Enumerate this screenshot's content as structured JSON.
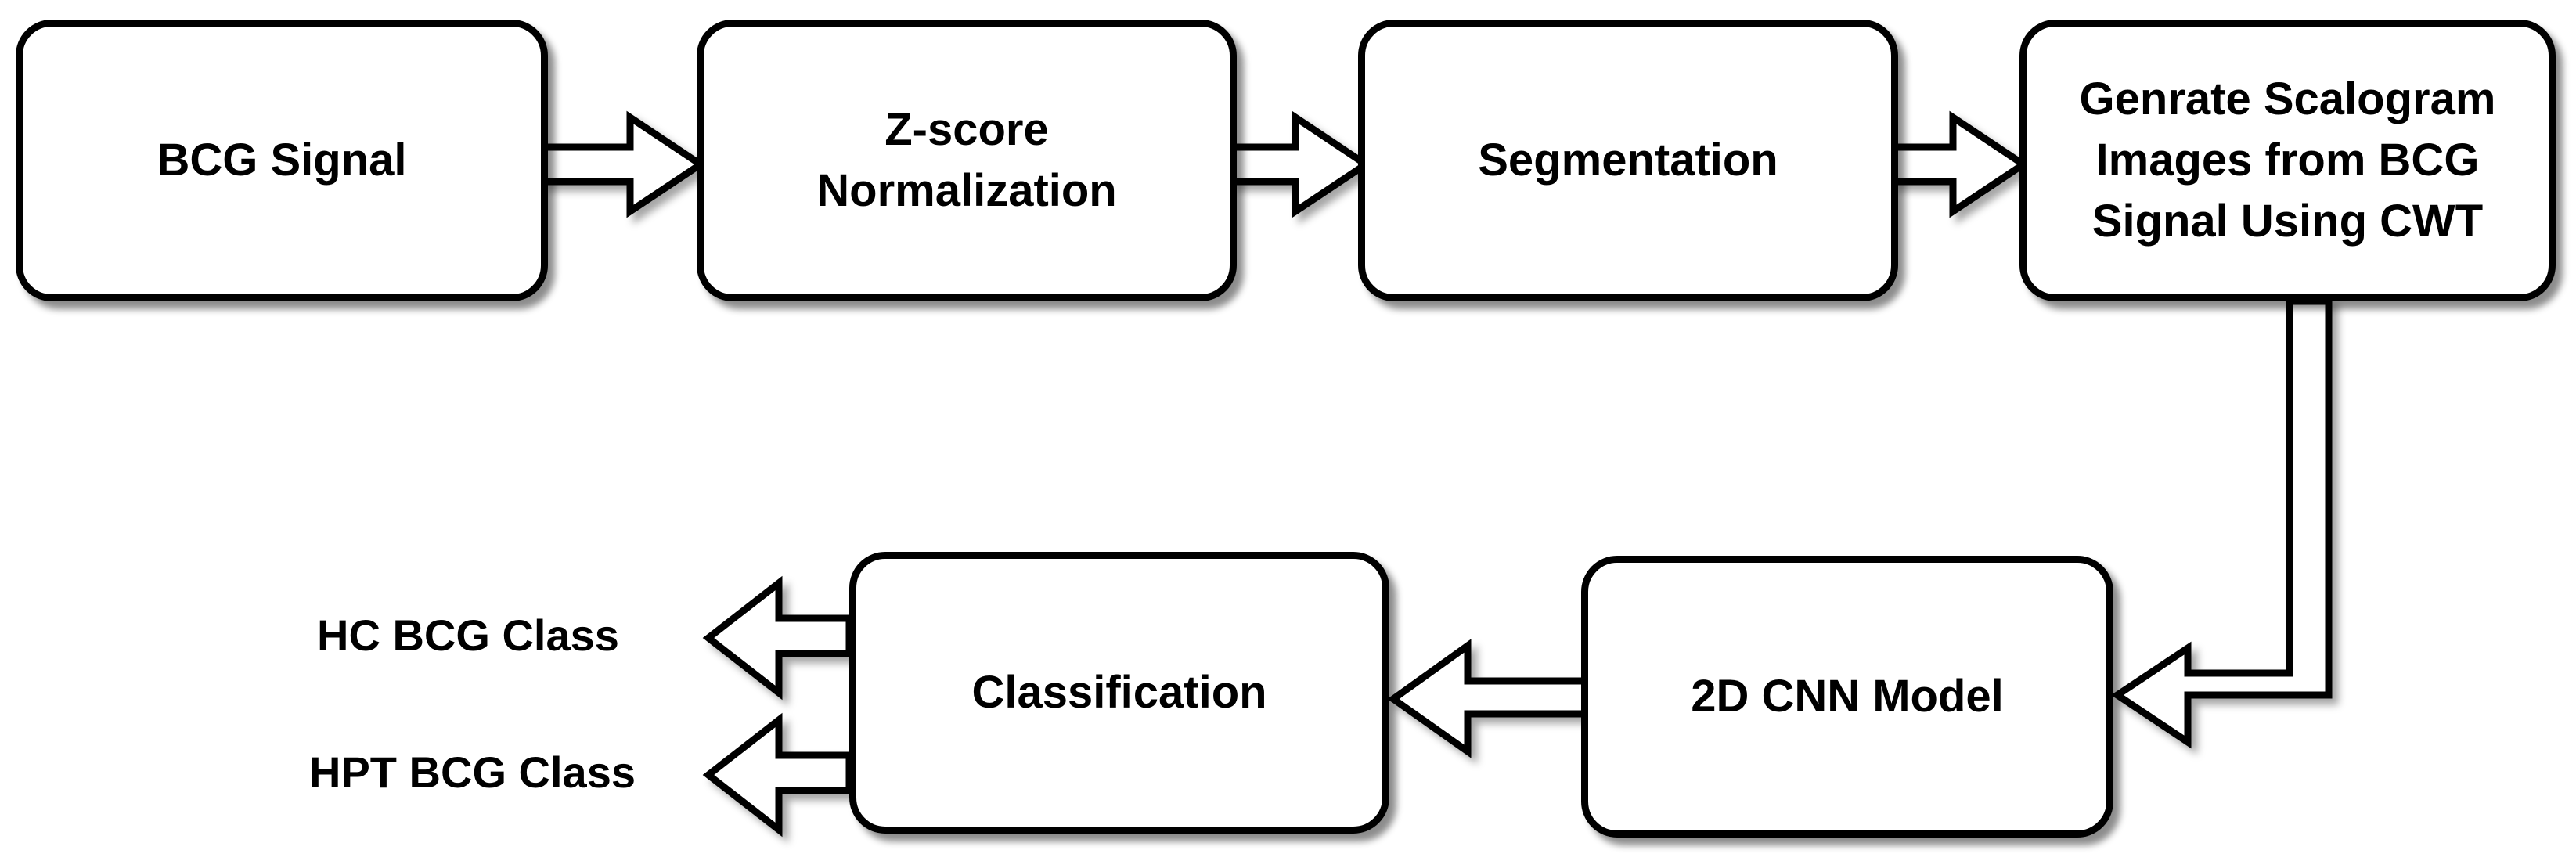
{
  "diagram": {
    "nodes": {
      "bcg_signal": "BCG Signal",
      "z_score": "Z-score\nNormalization",
      "segmentation": "Segmentation",
      "scalogram": "Genrate Scalogram\nImages from BCG\nSignal Using CWT",
      "cnn_model": "2D CNN Model",
      "classification": "Classification"
    },
    "outputs": {
      "hc_class": "HC BCG Class",
      "hpt_class": "HPT BCG Class"
    }
  },
  "colors": {
    "stroke": "#000000",
    "fill": "#ffffff",
    "shadow": "rgba(0,0,0,0.45)"
  }
}
